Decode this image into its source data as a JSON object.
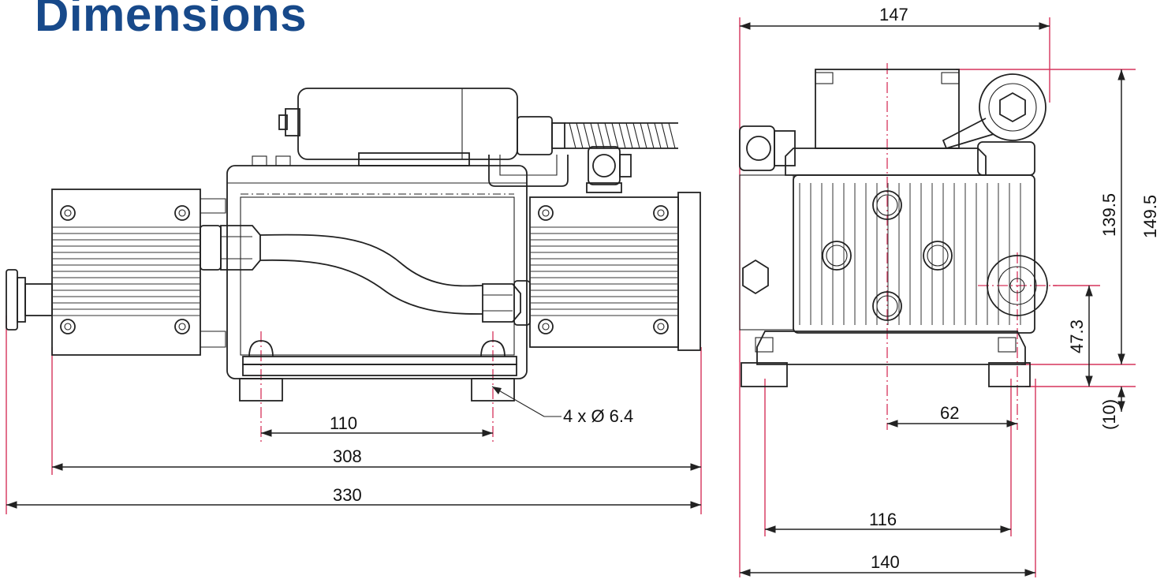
{
  "title": "Dimensions",
  "colors": {
    "title": "#17498a",
    "dimension_line": "#d6335b",
    "drawing": "#222222"
  },
  "side_view": {
    "mount_holes_label": "4 x Ø 6.4",
    "dims": {
      "hole_spacing": "110",
      "body_length": "308",
      "overall_length": "330"
    }
  },
  "end_view": {
    "dims": {
      "overall_width": "147",
      "height_top": "139.5",
      "height_overall": "149.5",
      "port_height": "47.3",
      "foot_height": "(10)",
      "port_offset": "62",
      "foot_spacing": "116",
      "base_width": "140"
    }
  }
}
